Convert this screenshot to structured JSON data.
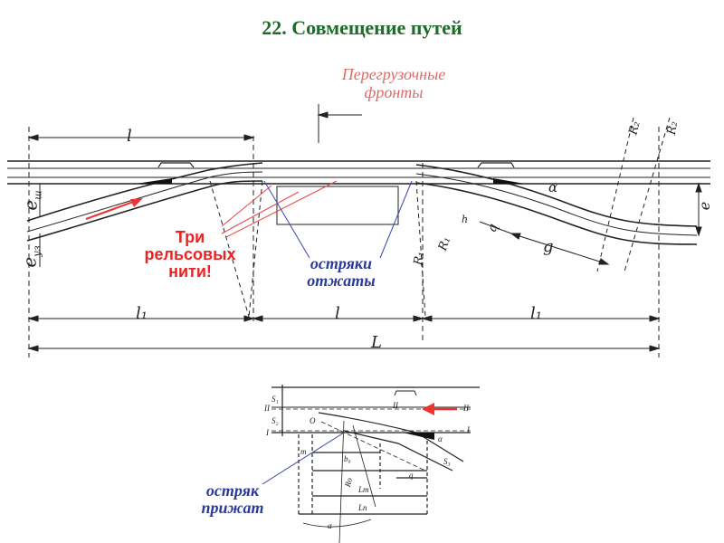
{
  "slide": {
    "title": "22. Совмещение путей"
  },
  "annotations": {
    "reload_fronts": [
      "Перегрузочные",
      "фронты"
    ],
    "three_rails": [
      "Три",
      "рельсовых",
      "нити!"
    ],
    "points_open": [
      "остряки",
      "отжаты"
    ],
    "point_pressed": [
      "остряк",
      "прижат"
    ]
  },
  "top_diagram": {
    "dim_l_top": "l",
    "dim_l1_left": "l₁",
    "dim_l_mid": "l",
    "dim_l1_right": "l₁",
    "dim_L": "L",
    "e_sh": "e",
    "e_sh_sub": "ш",
    "e_uz": "e",
    "e_uz_sub": "уз",
    "e_right": "e",
    "R1_a": "R₁",
    "R1_b": "R₁",
    "R2_a": "R₂",
    "R2_b": "R₂",
    "alpha": "α",
    "h": "h",
    "q": "q",
    "g": "g"
  },
  "bottom_diagram": {
    "S1": "S₁",
    "S2": "S₂",
    "S3": "S₃",
    "II_left": "II",
    "II_right": "II",
    "I_left": "I",
    "I_right": "I",
    "O": "O",
    "m": "m",
    "b0": "b₀",
    "q": "q",
    "Lt": "Lт",
    "Ln": "Lп",
    "R": "Rо",
    "alpha": "α",
    "alpha2": "α",
    "II_mid": "II"
  },
  "colors": {
    "title": "#1f6b2a",
    "red_label": "#ee2222",
    "pink_label": "#e06a6a",
    "blue_label": "#2a3a9a",
    "arrow": "#ee3333",
    "drawing": "#222222"
  }
}
